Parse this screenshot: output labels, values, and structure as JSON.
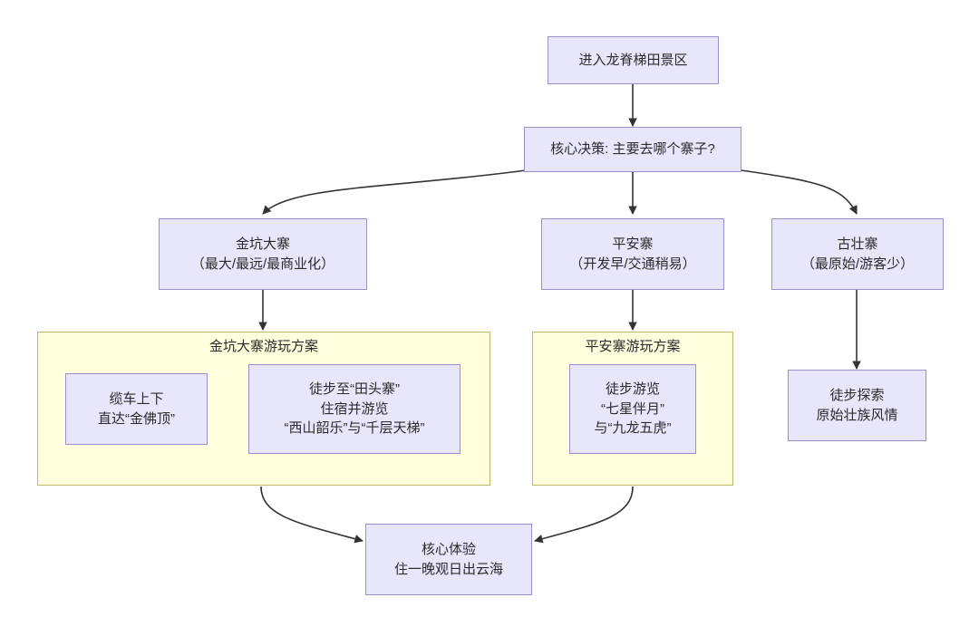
{
  "diagram": {
    "type": "flowchart",
    "direction": "top-down",
    "colors": {
      "node_fill": "#e8e6fb",
      "node_stroke": "#9a8fc8",
      "subgraph_fill": "#ffffde",
      "subgraph_stroke": "#bdb76b",
      "edge_stroke": "#333333",
      "text": "#2b2b2b",
      "background": "#ffffff"
    },
    "nodes": {
      "start": {
        "lines": [
          "进入龙脊梯田景区"
        ]
      },
      "decision": {
        "lines": [
          "核心决策: 主要去哪个寨子?"
        ]
      },
      "jinkeng": {
        "lines": [
          "金坑大寨",
          "（最大/最远/最商业化）"
        ]
      },
      "pingan": {
        "lines": [
          "平安寨",
          "（开发早/交通稍易）"
        ]
      },
      "guzhuang": {
        "lines": [
          "古壮寨",
          "（最原始/游客少）"
        ]
      },
      "cable_car": {
        "lines": [
          "缆车上下",
          "直达“金佛顶”"
        ]
      },
      "hike_tiantou": {
        "lines": [
          "徒步至“田头寨”",
          "住宿并游览",
          "“西山韶乐”与“千层天梯”"
        ]
      },
      "hike_pingan": {
        "lines": [
          "徒步游览",
          "“七星伴月”",
          "与“九龙五虎”"
        ]
      },
      "hike_guzhuang": {
        "lines": [
          "徒步探索",
          "原始壮族风情"
        ]
      },
      "core_experience": {
        "lines": [
          "核心体验",
          "住一晚观日出云海"
        ]
      }
    },
    "subgraphs": {
      "jinkeng_plan": {
        "title": "金坑大寨游玩方案"
      },
      "pingan_plan": {
        "title": "平安寨游玩方案"
      }
    },
    "edges": [
      {
        "from": "start",
        "to": "decision",
        "label": ""
      },
      {
        "from": "decision",
        "to": "jinkeng",
        "label": ""
      },
      {
        "from": "decision",
        "to": "pingan",
        "label": ""
      },
      {
        "from": "decision",
        "to": "guzhuang",
        "label": ""
      },
      {
        "from": "jinkeng",
        "to": "jinkeng_plan",
        "label": ""
      },
      {
        "from": "pingan",
        "to": "pingan_plan",
        "label": ""
      },
      {
        "from": "guzhuang",
        "to": "hike_guzhuang",
        "label": ""
      },
      {
        "from": "jinkeng_plan",
        "to": "core_experience",
        "label": ""
      },
      {
        "from": "pingan_plan",
        "to": "core_experience",
        "label": ""
      }
    ]
  }
}
